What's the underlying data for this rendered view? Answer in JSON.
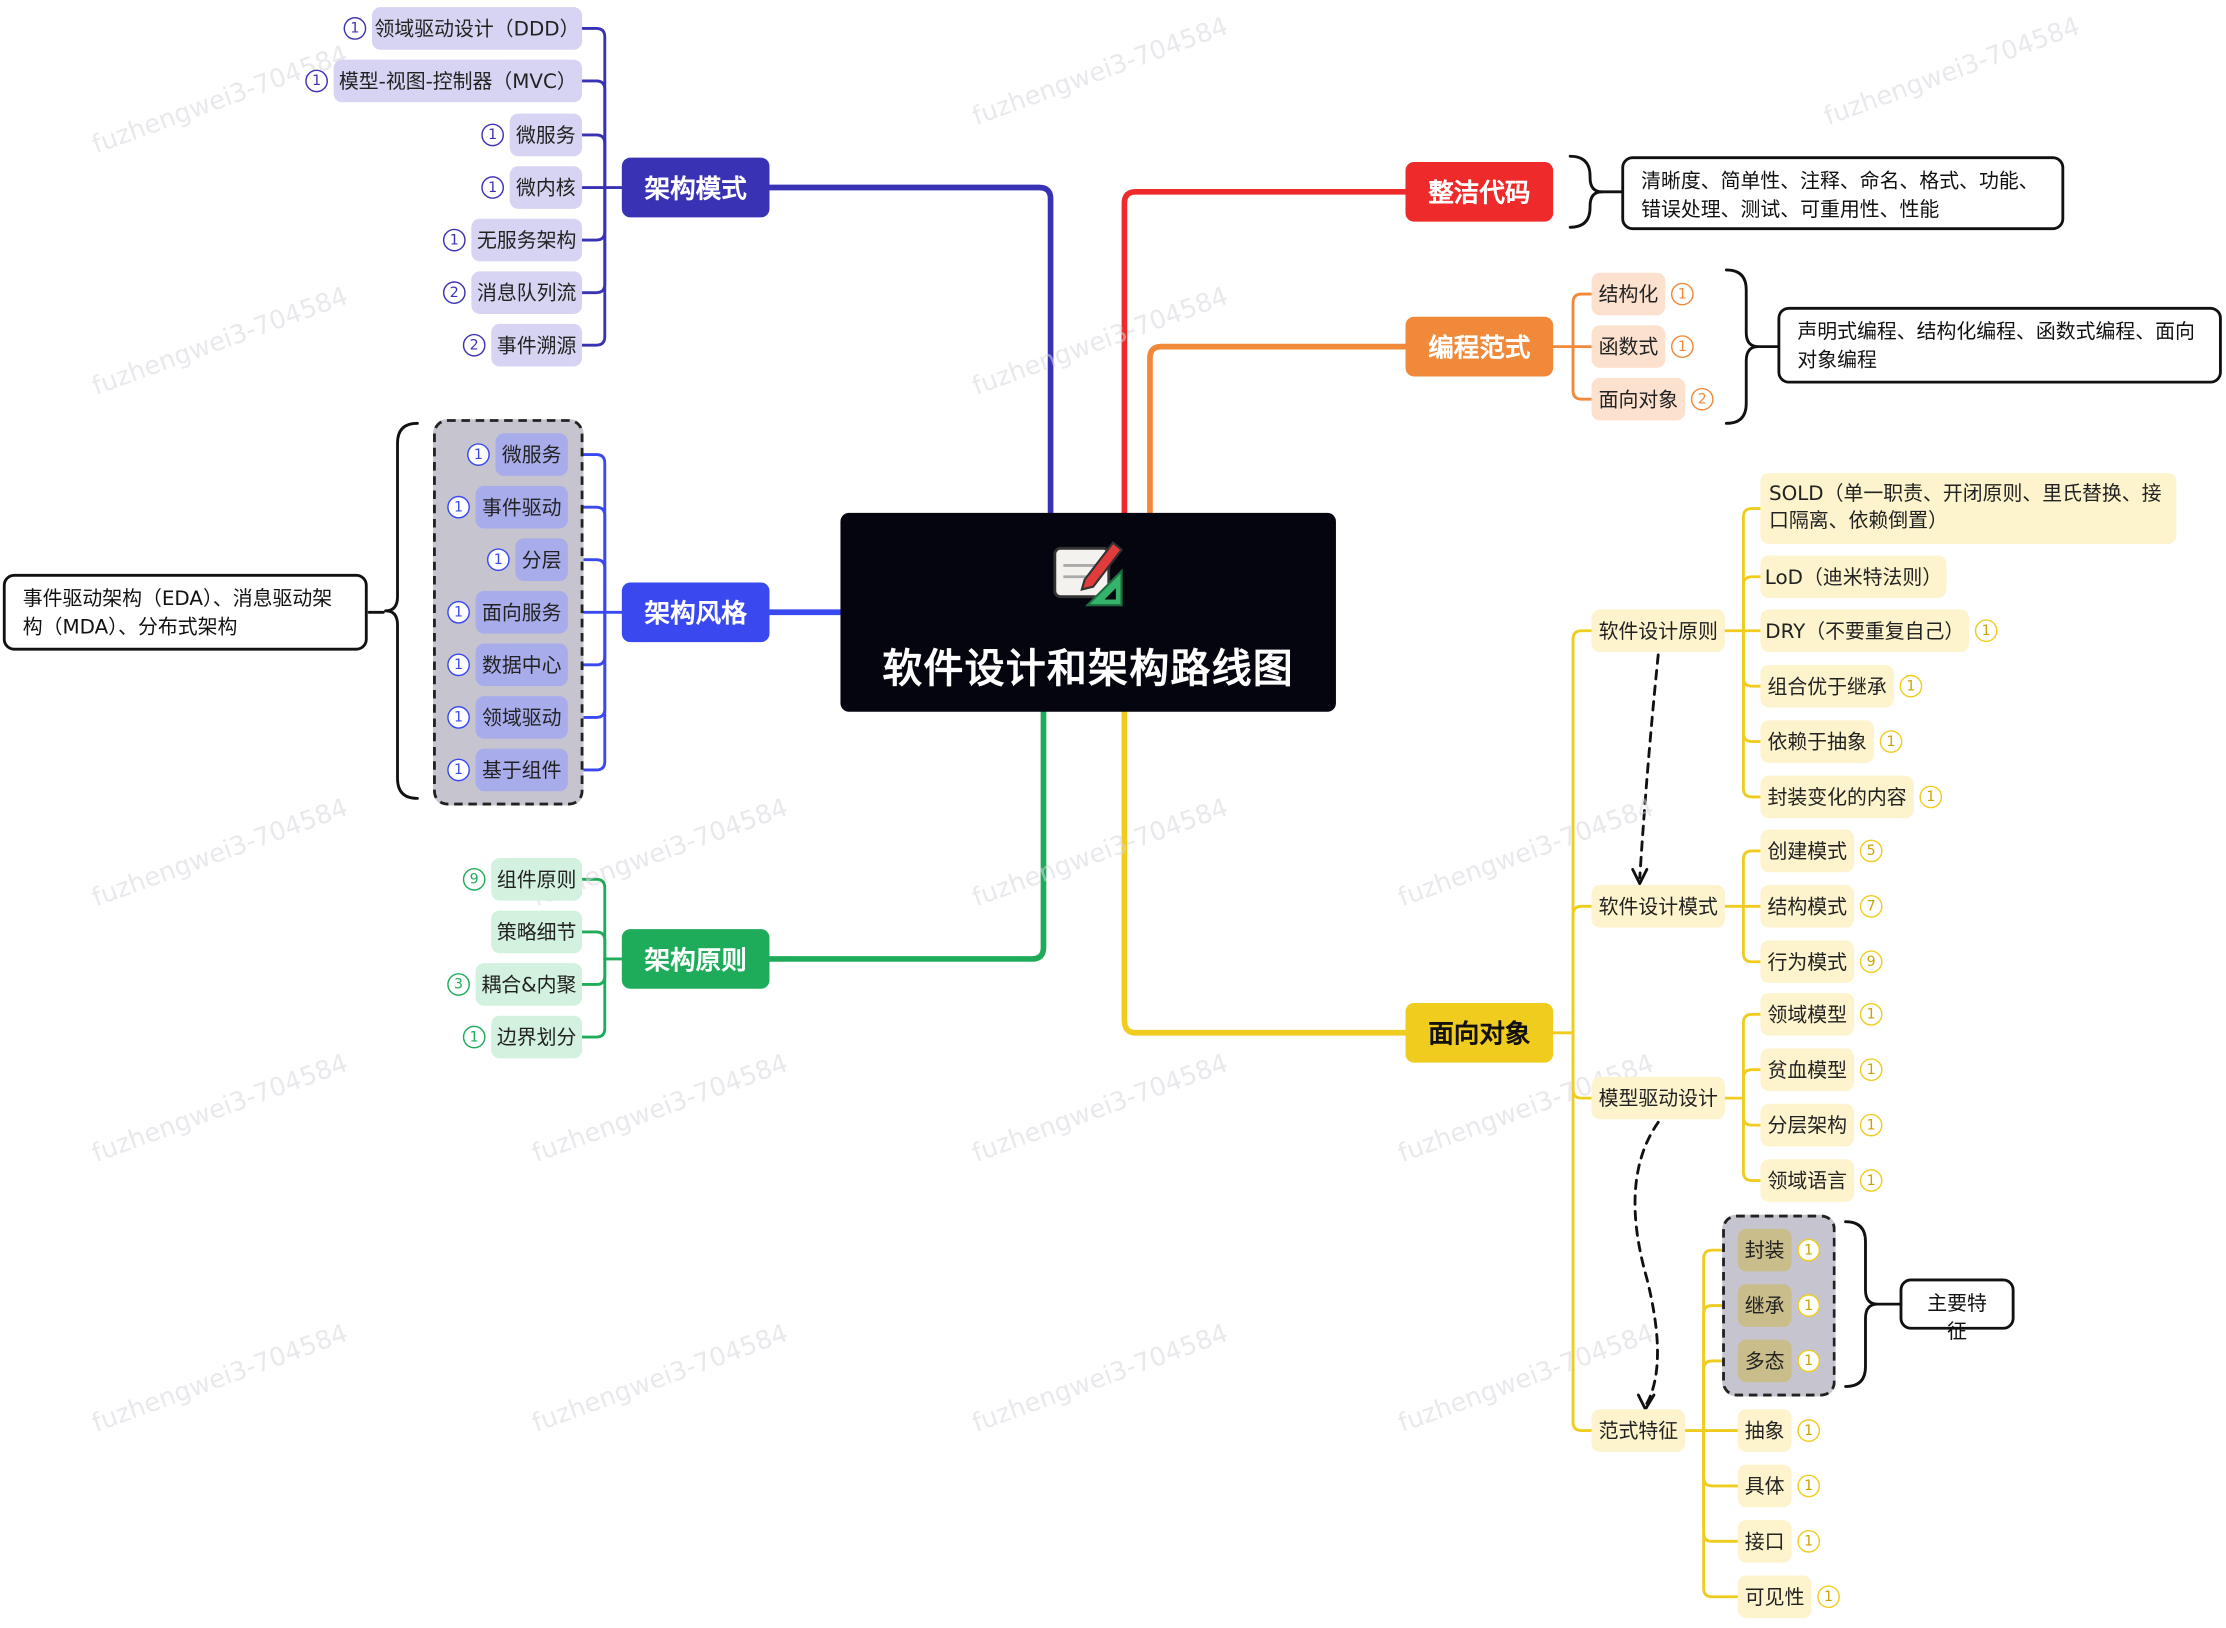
{
  "root": {
    "title": "软件设计和架构路线图",
    "icon": "notepad-pencil-ruler-icon"
  },
  "branches": {
    "arch_patterns": {
      "label": "架构模式",
      "color": "#3a32b4",
      "items": [
        {
          "label": "领域驱动设计（DDD）",
          "badge": "1"
        },
        {
          "label": "模型-视图-控制器（MVC）",
          "badge": "1"
        },
        {
          "label": "微服务",
          "badge": "1"
        },
        {
          "label": "微内核",
          "badge": "1"
        },
        {
          "label": "无服务架构",
          "badge": "1"
        },
        {
          "label": "消息队列流",
          "badge": "2"
        },
        {
          "label": "事件溯源",
          "badge": "2"
        }
      ]
    },
    "arch_styles": {
      "label": "架构风格",
      "color": "#3a48f0",
      "items": [
        {
          "label": "微服务",
          "badge": "1"
        },
        {
          "label": "事件驱动",
          "badge": "1"
        },
        {
          "label": "分层",
          "badge": "1"
        },
        {
          "label": "面向服务",
          "badge": "1"
        },
        {
          "label": "数据中心",
          "badge": "1"
        },
        {
          "label": "领域驱动",
          "badge": "1"
        },
        {
          "label": "基于组件",
          "badge": "1"
        }
      ],
      "note": "事件驱动架构（EDA）、消息驱动架构（MDA）、分布式架构"
    },
    "arch_principles": {
      "label": "架构原则",
      "color": "#1eac5a",
      "items": [
        {
          "label": "组件原则",
          "badge": "9"
        },
        {
          "label": "策略细节",
          "badge": ""
        },
        {
          "label": "耦合&内聚",
          "badge": "3"
        },
        {
          "label": "边界划分",
          "badge": "1"
        }
      ]
    },
    "clean_code": {
      "label": "整洁代码",
      "color": "#ee2a2a",
      "note": "清晰度、简单性、注释、命名、格式、功能、错误处理、测试、可重用性、性能"
    },
    "paradigms": {
      "label": "编程范式",
      "color": "#f0893a",
      "items": [
        {
          "label": "结构化",
          "badge": "1"
        },
        {
          "label": "函数式",
          "badge": "1"
        },
        {
          "label": "面向对象",
          "badge": "2"
        }
      ],
      "note": "声明式编程、结构化编程、函数式编程、面向对象编程"
    },
    "oop": {
      "label": "面向对象",
      "color": "#f0cc1e",
      "groups": [
        {
          "label": "软件设计原则",
          "items": [
            {
              "label": "SOLD（单一职责、开闭原则、里氏替换、接口隔离、依赖倒置）",
              "badge": ""
            },
            {
              "label": "LoD（迪米特法则）",
              "badge": ""
            },
            {
              "label": "DRY（不要重复自己）",
              "badge": "1"
            },
            {
              "label": "组合优于继承",
              "badge": "1"
            },
            {
              "label": "依赖于抽象",
              "badge": "1"
            },
            {
              "label": "封装变化的内容",
              "badge": "1"
            }
          ]
        },
        {
          "label": "软件设计模式",
          "items": [
            {
              "label": "创建模式",
              "badge": "5"
            },
            {
              "label": "结构模式",
              "badge": "7"
            },
            {
              "label": "行为模式",
              "badge": "9"
            }
          ]
        },
        {
          "label": "模型驱动设计",
          "items": [
            {
              "label": "领域模型",
              "badge": "1"
            },
            {
              "label": "贫血模型",
              "badge": "1"
            },
            {
              "label": "分层架构",
              "badge": "1"
            },
            {
              "label": "领域语言",
              "badge": "1"
            }
          ]
        },
        {
          "label": "范式特征",
          "items": [
            {
              "label": "封装",
              "badge": "1"
            },
            {
              "label": "继承",
              "badge": "1"
            },
            {
              "label": "多态",
              "badge": "1"
            },
            {
              "label": "抽象",
              "badge": "1"
            },
            {
              "label": "具体",
              "badge": "1"
            },
            {
              "label": "接口",
              "badge": "1"
            },
            {
              "label": "可见性",
              "badge": "1"
            }
          ],
          "note": "主要特征"
        }
      ]
    }
  },
  "watermark": "fuzhengwei3-704584"
}
